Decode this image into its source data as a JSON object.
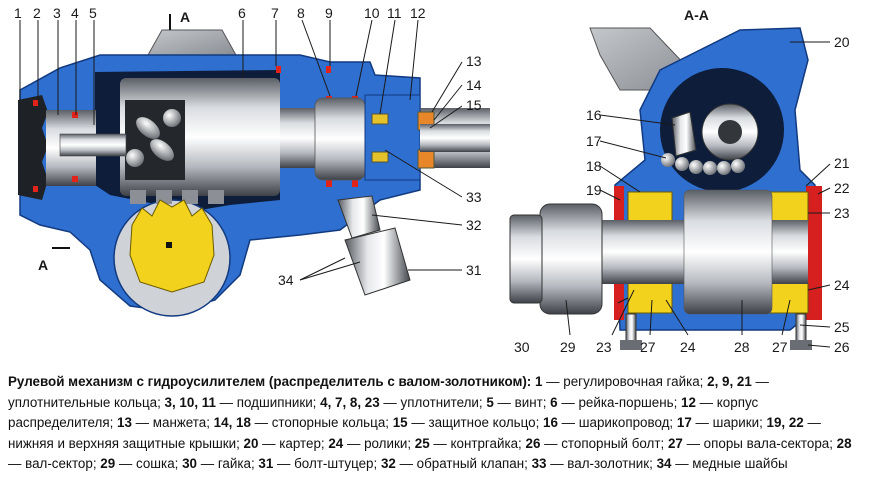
{
  "labels": {
    "l1": "1",
    "l2": "2",
    "l3": "3",
    "l4": "4",
    "l5": "5",
    "l6": "6",
    "l7": "7",
    "l8": "8",
    "l9": "9",
    "l10": "10",
    "l11": "11",
    "l12": "12",
    "l13": "13",
    "l14": "14",
    "l15": "15",
    "l33": "33",
    "l32": "32",
    "l31": "31",
    "l34": "34",
    "r16": "16",
    "r17": "17",
    "r18": "18",
    "r19": "19",
    "r20": "20",
    "r21": "21",
    "r22": "22",
    "r23a": "23",
    "r23b": "23",
    "r24a": "24",
    "r24b": "24",
    "r25": "25",
    "r26": "26",
    "r27a": "27",
    "r27b": "27",
    "r28": "28",
    "r29": "29",
    "r30": "30"
  },
  "section_marks": {
    "top": "A",
    "side": "A",
    "view": "А-А"
  },
  "caption": {
    "title": "Рулевой механизм с гидроусилителем (распределитель с валом-золотником):",
    "items": [
      {
        "n": "1",
        "t": "регулировочная гайка"
      },
      {
        "n": "2, 9, 21",
        "t": "уплотнительные кольца"
      },
      {
        "n": "3, 10, 11",
        "t": "подшипники"
      },
      {
        "n": "4, 7, 8, 23",
        "t": "уплотнители"
      },
      {
        "n": "5",
        "t": "винт"
      },
      {
        "n": "6",
        "t": "рейка-поршень"
      },
      {
        "n": "12",
        "t": "корпус распределителя"
      },
      {
        "n": "13",
        "t": "манжета"
      },
      {
        "n": "14, 18",
        "t": "стопорные кольца"
      },
      {
        "n": "15",
        "t": "защитное кольцо"
      },
      {
        "n": "16",
        "t": "шарикопровод"
      },
      {
        "n": "17",
        "t": "шарики"
      },
      {
        "n": "19, 22",
        "t": "нижняя и верхняя защитные крышки"
      },
      {
        "n": "20",
        "t": "картер"
      },
      {
        "n": "24",
        "t": "ролики"
      },
      {
        "n": "25",
        "t": "контргайка"
      },
      {
        "n": "26",
        "t": "стопорный болт"
      },
      {
        "n": "27",
        "t": "опоры вала-сектора"
      },
      {
        "n": "28",
        "t": "вал-сектор"
      },
      {
        "n": "29",
        "t": "сошка"
      },
      {
        "n": "30",
        "t": "гайка"
      },
      {
        "n": "31",
        "t": "болт-штуцер"
      },
      {
        "n": "32",
        "t": "обратный клапан"
      },
      {
        "n": "33",
        "t": "вал-золотник"
      },
      {
        "n": "34",
        "t": "медные шайбы"
      }
    ],
    "dash": " — ",
    "sep": "; "
  }
}
